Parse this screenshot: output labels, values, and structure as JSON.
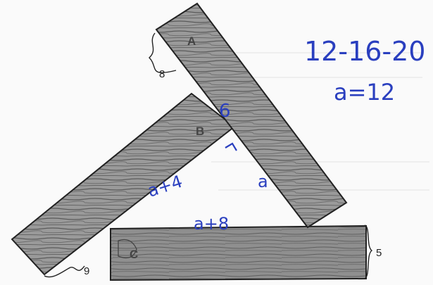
{
  "planks": {
    "a": {
      "letter": "A"
    },
    "b": {
      "letter": "B"
    },
    "c": {
      "letter": "C"
    }
  },
  "dimensions": {
    "plank_a_thickness": "8",
    "plank_b_thickness": "9",
    "plank_c_thickness": "5"
  },
  "handwriting": {
    "triple": "12-16-20",
    "solution": "a=12",
    "side_b": "a+4",
    "side_c": "a+8",
    "side_a": "a",
    "six": "6"
  },
  "colors": {
    "wood_dark": "#4a4a4a",
    "wood_light": "#a8a8a8",
    "ink": "#2a3fbf"
  }
}
